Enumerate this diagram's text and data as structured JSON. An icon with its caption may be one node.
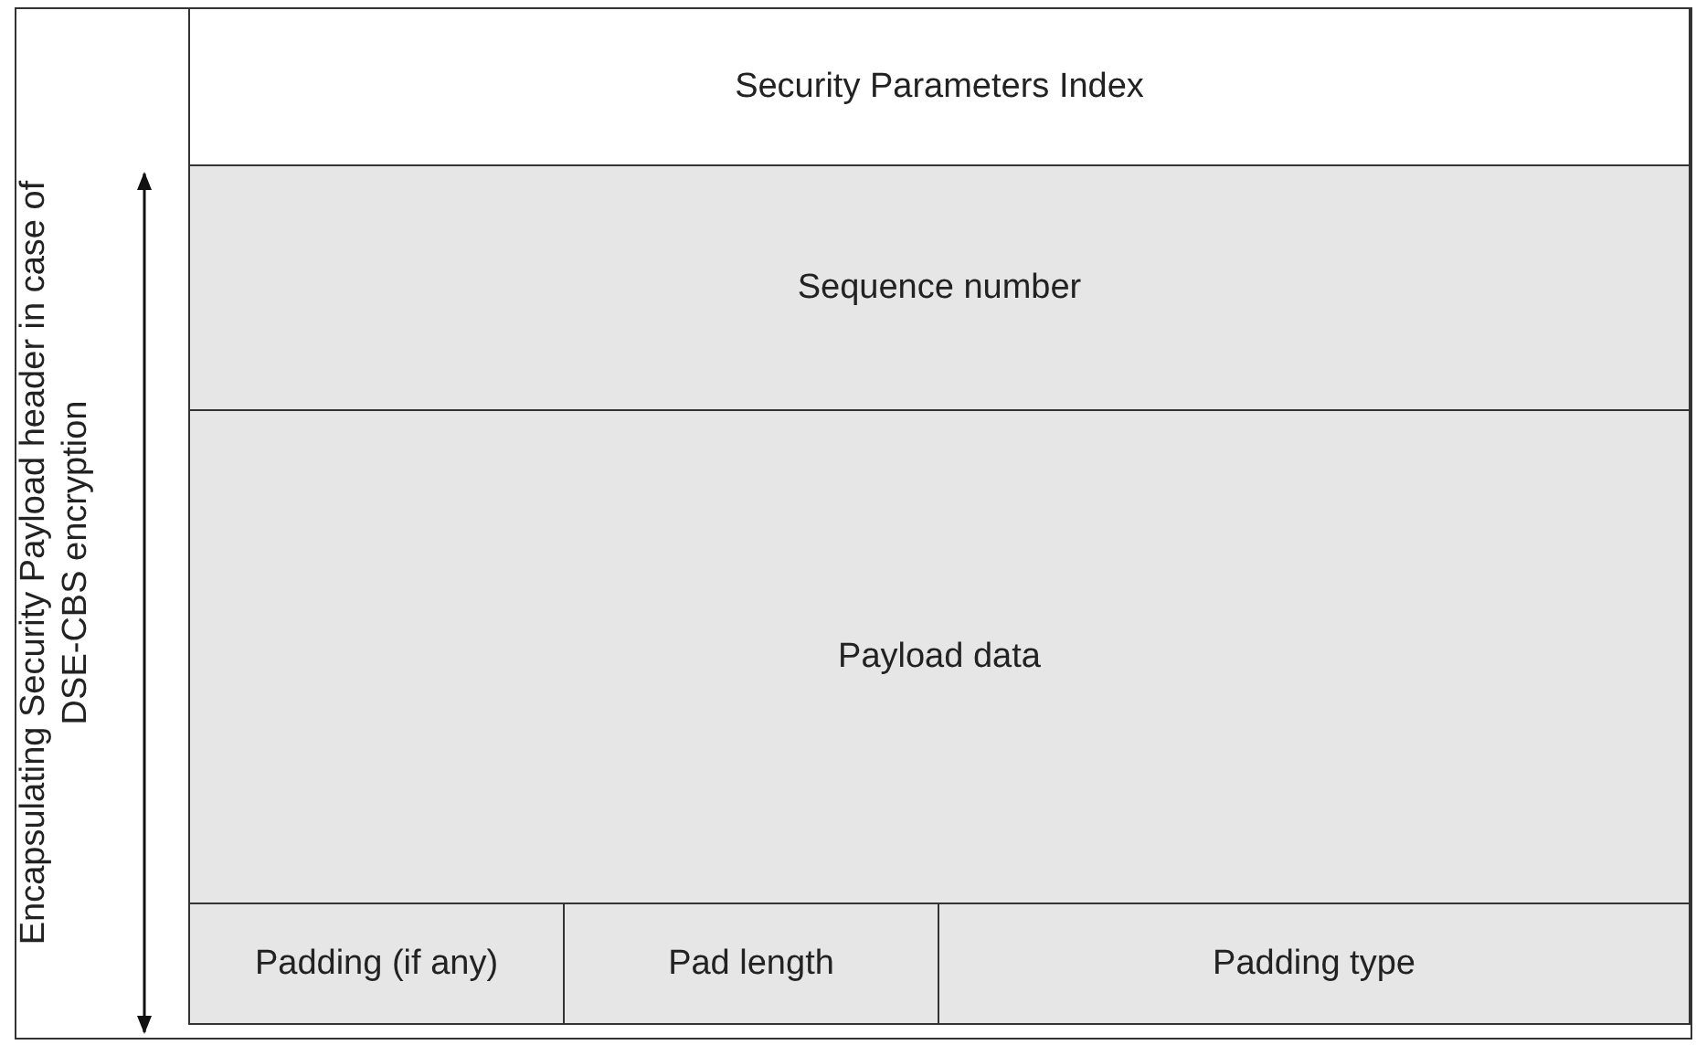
{
  "diagram": {
    "nodes": [
      {
        "text": [
          "Security Parameters Index"
        ]
      },
      {
        "text": [
          "Sequence number"
        ]
      },
      {
        "text": [
          "Payload data"
        ]
      },
      {
        "text": [
          "Padding (if any)"
        ]
      },
      {
        "text": [
          "Pad length"
        ]
      },
      {
        "text": [
          "Padding type"
        ]
      }
    ],
    "edges": [],
    "labels": [
      "Encapsulating Security Payload header in case of DSE-CBS encryption"
    ]
  }
}
